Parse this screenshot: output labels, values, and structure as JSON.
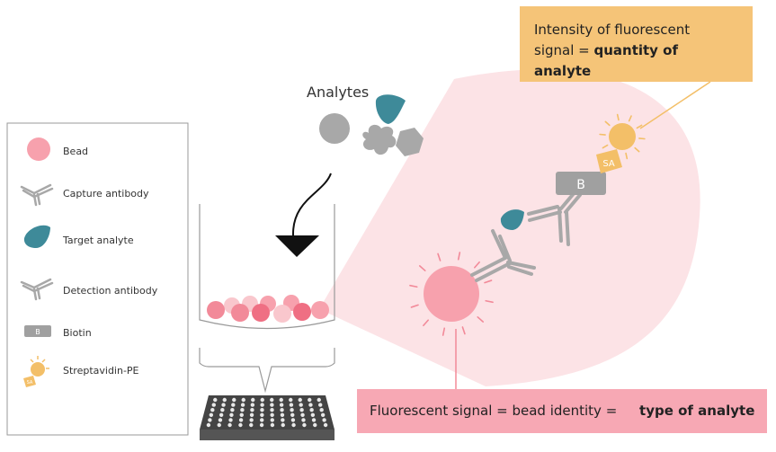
{
  "analytes_label": "Analytes",
  "legend": {
    "items": [
      {
        "label": "Bead",
        "icon": "bead-icon"
      },
      {
        "label": "Capture antibody",
        "icon": "capture-antibody-icon"
      },
      {
        "label": "Target analyte",
        "icon": "target-analyte-icon"
      },
      {
        "label": "Detection antibody",
        "icon": "detection-antibody-icon"
      },
      {
        "label": "Biotin",
        "icon": "biotin-icon"
      },
      {
        "label": "Streptavidin-PE",
        "icon": "streptavidin-pe-icon"
      }
    ],
    "biotin_symbol": "B",
    "sa_symbol": "SA"
  },
  "intensity_box": {
    "line1": "Intensity of fluorescent",
    "line2_prefix": "signal = ",
    "line2_bold": "quantity of analyte"
  },
  "type_box": {
    "prefix": "Fluorescent signal = bead identity = ",
    "bold": "type of analyte"
  },
  "diagram": {
    "biotin_label": "B",
    "sa_label": "SA"
  },
  "colors": {
    "bead": "#f7a1ad",
    "analyte": "#3e8a99",
    "antibody": "#a8a8a8",
    "biotin": "#a0a0a0",
    "streptavidin": "#f3bf68",
    "cone": "#fce3e6",
    "intensity_box": "#f5c478",
    "type_box": "#f7a8b4"
  }
}
